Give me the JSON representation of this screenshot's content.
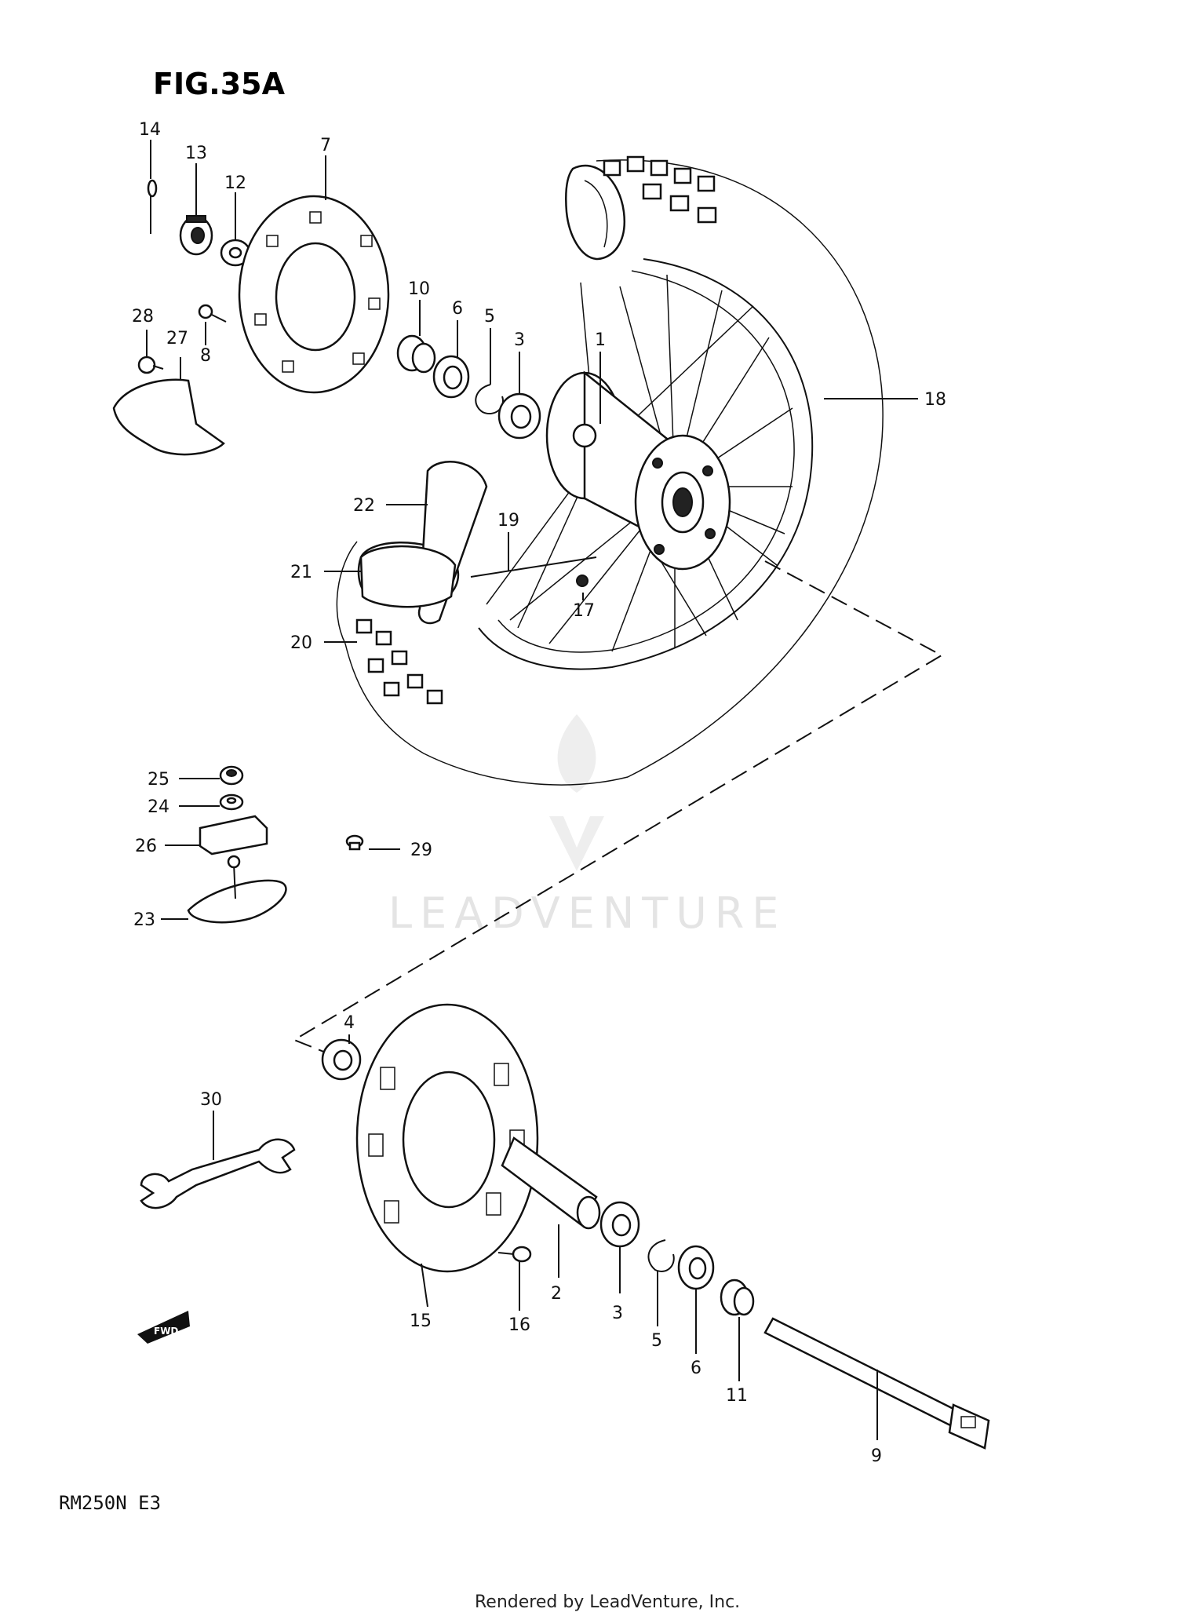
{
  "figure": {
    "title": "FIG.35A",
    "model": "RM250N E3",
    "watermark": "LEADVENTURE",
    "footer": "Rendered by LeadVenture, Inc.",
    "fwd_badge": "FWD"
  },
  "callouts": [
    "1",
    "2",
    "3",
    "3",
    "4",
    "5",
    "5",
    "6",
    "6",
    "7",
    "8",
    "9",
    "10",
    "11",
    "12",
    "13",
    "14",
    "15",
    "16",
    "17",
    "18",
    "19",
    "20",
    "21",
    "22",
    "23",
    "24",
    "25",
    "26",
    "27",
    "28",
    "29",
    "30"
  ]
}
